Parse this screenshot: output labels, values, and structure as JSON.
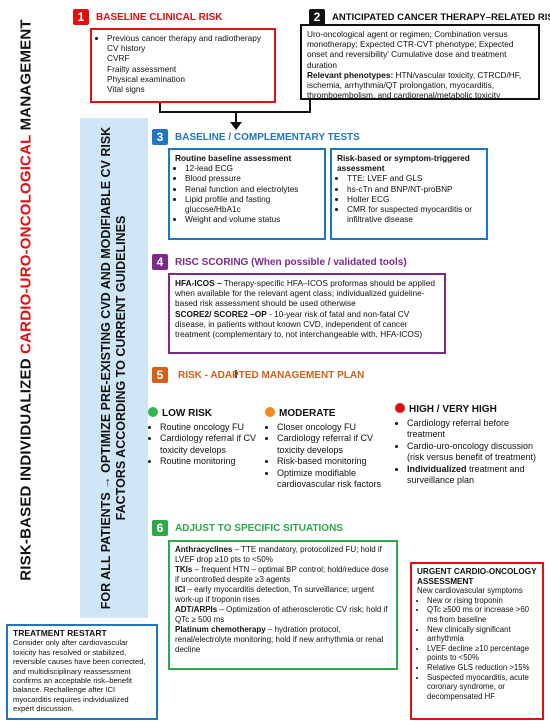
{
  "title": {
    "part1": "RISK-BASED INDIVIDUALIZED ",
    "part2": "CARDIO-URO-ONCOLOGICAL",
    "part3": " MANAGEMENT"
  },
  "side_banner": {
    "line1": "FOR ALL PATIENTS → OPTIMIZE PRE-EXISTING CVD AND MODIFIABLE CV RISK",
    "line2": "FACTORS ACCORDING TO CURRENT GUIDELINES"
  },
  "step1": {
    "num": "1",
    "heading": "BASELINE CLINICAL RISK",
    "items": [
      "Previous cancer therapy and radiotherapy",
      "CV history",
      "CVRF",
      "Frailty assessment",
      "Physical examination",
      "Vital signs"
    ]
  },
  "step2": {
    "num": "2",
    "heading": "ANTICIPATED CANCER THERAPY–RELATED RISK",
    "text": "Uro-oncological agent or regimen; Combination versus monotherapy; Expected CTR-CVT phenotype; Expected onset and reversibility' Cumulative dose and treatment duration",
    "phen_label": "Relevant phenotypes:",
    "phen_text": " HTN/vascular toxicity, CTRCD/HF, ischemia, arrhythmia/QT prolongation, myocarditis, thromboembolism, and cardiorenal/metabolic toxicity"
  },
  "step3": {
    "num": "3",
    "heading": "BASELINE / COMPLEMENTARY TESTS",
    "left_title": "Routine baseline assessment",
    "left_items": [
      "12-lead ECG",
      "Blood pressure",
      "Renal function and electrolytes",
      "Lipid profile and fasting glucose/HbA1c",
      "Weight and volume status"
    ],
    "right_title": "Risk-based or symptom-triggered assessment",
    "right_items": [
      "TTE: LVEF and GLS",
      "hs-cTn and BNP/NT-proBNP",
      "Holter ECG",
      "CMR for suspected myocarditis or infiltrative disease"
    ]
  },
  "step4": {
    "num": "4",
    "heading": "RISC SCORING (When possible / validated tools)",
    "p1_label": "HFA-ICOS –",
    "p1_text": " Therapy-specific HFA–ICOS proformas should be applied when available for the relevant agent class; individualized guideline-based risk assessment should be used otherwise",
    "p2_label": "SCORE2/ SCORE2 –OP",
    "p2_text": " - 10-year risk of fatal and non-fatal CV disease, in patients without known CVD, independent of cancer treatment (complementary to, not interchangeable with, HFA-ICOS)"
  },
  "step5": {
    "num": "5",
    "heading": "RISK - ADAPTED MANAGEMENT PLAN",
    "low": {
      "title": "LOW RISK",
      "items": [
        "Routine oncology FU",
        "Cardiology  referral if CV toxicity develops",
        "Routine monitoring"
      ]
    },
    "moderate": {
      "title": "MODERATE",
      "items": [
        "Closer oncology FU",
        "Cardiology referral if CV toxicity develops",
        "Risk-based monitoring",
        "Optimize modifiable cardiovascular risk factors"
      ]
    },
    "high": {
      "title": "HIGH / VERY HIGH",
      "items": [
        "Cardiology referral before treatment",
        "Cardio-uro-oncology discussion (risk versus benefit of treatment)"
      ],
      "last_bold": "Individualized",
      "last_text": " treatment and surveillance plan"
    }
  },
  "step6": {
    "num": "6",
    "heading": "ADJUST TO SPECIFIC SITUATIONS",
    "entries": [
      {
        "label": "Anthracyclines",
        "text": " – TTE mandatory, protocolized FU; hold if LVEF drop ≥10 pts to <50%"
      },
      {
        "label": "TKIs",
        "text": " – frequent HTN – optimal BP control; hold/reduce dose if uncontrolled despite ≥3 agents"
      },
      {
        "label": "ICI",
        "text": " – early myocarditis detection, Tn surveillance; urgent work-up if troponin rises"
      },
      {
        "label": "ADT/ARPIs",
        "text": " – Optimization of atherosclerotic CV risk; hold if QTc ≥ 500 ms"
      },
      {
        "label": "Platinum chemotherapy",
        "text": " – hydration protocol, renal/electrolyte monitoring; hold if new arrhythmia or renal decline"
      }
    ]
  },
  "restart": {
    "title": "TREATMENT RESTART",
    "text": "Consider only after cardiovascular toxicity has resolved or stabilized, reversible causes have been corrected, and multidisciplinary reassessment confirms an acceptable risk–benefit balance. Rechallenge after ICI myocarditis requires individualized expert discussion."
  },
  "urgent": {
    "title": "URGENT CARDIO-ONCOLOGY ASSESSMENT",
    "intro": "New cardiovascular symptoms",
    "items": [
      "New or rising troponin",
      "QTc ≥500 ms or increase >60 ms from baseline",
      "New clinically significant arrhythmia",
      "LVEF decline ≥10 percentage points to <50%",
      "Relative GLS reduction >15%",
      "Suspected myocarditis, acute coronary syndrome, or decompensated HF"
    ]
  },
  "colors": {
    "red": "#e01010",
    "black": "#111111",
    "blue": "#1f77c4",
    "purple": "#7b2a8c",
    "orange": "#d2601a",
    "green": "#2fa84a",
    "light_blue": "#cfe6f6",
    "dot_green": "#2fb84a",
    "dot_orange": "#f08a1a",
    "dot_red": "#e01010"
  },
  "icons": [
    "puzzle-piece-icon",
    "arrow-down-icon",
    "arrow-right-icon"
  ]
}
